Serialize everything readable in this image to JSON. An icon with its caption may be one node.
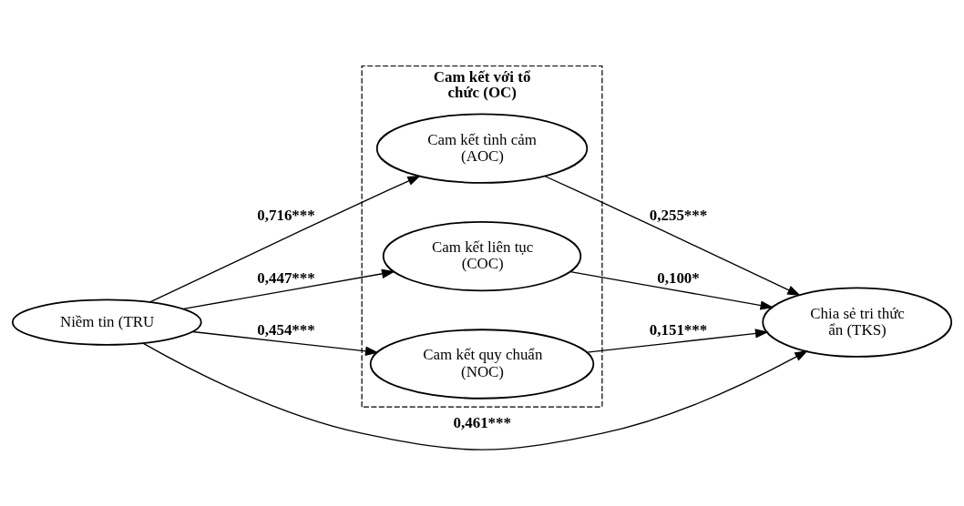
{
  "diagram": {
    "nodes": [
      {
        "text": [
          "Cam kết với tổ chức (OC)"
        ]
      },
      {
        "text": [
          "Niềm tin (TRU"
        ]
      },
      {
        "text": [
          "Cam kết tình cảm (AOC)"
        ],
        "in": 0
      },
      {
        "text": [
          "Cam kết liên tục (COC)"
        ],
        "in": 0
      },
      {
        "text": [
          "Cam kết quy chuẩn (NOC)"
        ],
        "in": 0
      },
      {
        "text": [
          "Chia sẻ tri thức ẩn (TKS)"
        ]
      }
    ],
    "edges": [
      {
        "from": 1,
        "to": 2,
        "arrow": "to",
        "label": "0,716***"
      },
      {
        "from": 1,
        "to": 3,
        "arrow": "to",
        "label": "0,447***"
      },
      {
        "from": 1,
        "to": 4,
        "arrow": "to",
        "label": "0,454***"
      },
      {
        "from": 2,
        "to": 5,
        "arrow": "to",
        "label": "0,255***"
      },
      {
        "from": 3,
        "to": 5,
        "arrow": "to",
        "label": "0,100*"
      },
      {
        "from": 4,
        "to": 5,
        "arrow": "to",
        "label": "0,151***"
      },
      {
        "from": 1,
        "to": 5,
        "arrow": "to",
        "label": "0,461***"
      }
    ]
  }
}
